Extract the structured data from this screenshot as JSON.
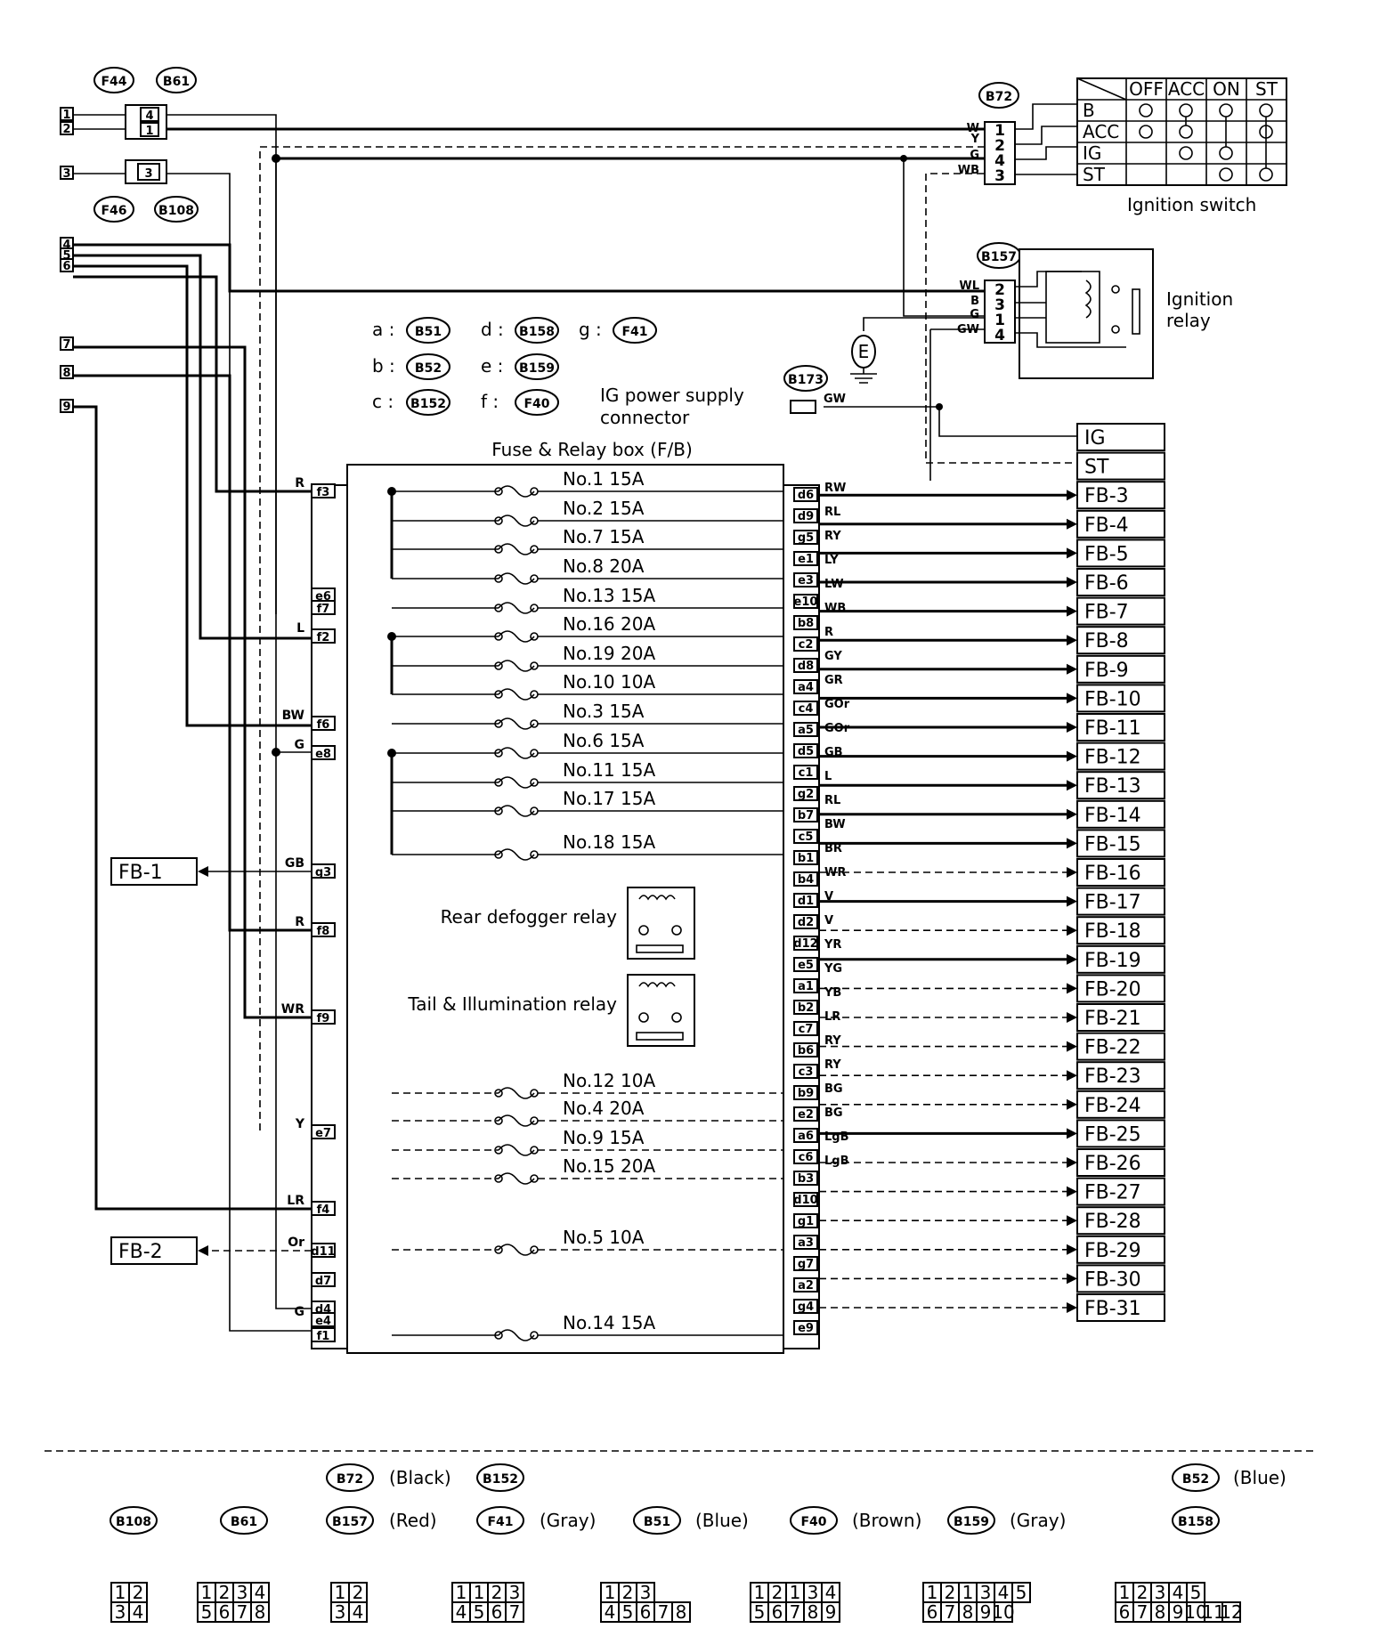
{
  "top_connectors": {
    "f44": "F44",
    "b61": "B61",
    "f46": "F46",
    "b108": "B108"
  },
  "harness_pins": [
    "1",
    "2",
    "3",
    "4",
    "5",
    "6",
    "7",
    "8",
    "9"
  ],
  "connector_legend": [
    {
      "letter": "a",
      "code": "B51"
    },
    {
      "letter": "b",
      "code": "B52"
    },
    {
      "letter": "c",
      "code": "B152"
    },
    {
      "letter": "d",
      "code": "B158"
    },
    {
      "letter": "e",
      "code": "B159"
    },
    {
      "letter": "f",
      "code": "F40"
    },
    {
      "letter": "g",
      "code": "F41"
    }
  ],
  "ignition_switch": {
    "connector": "B72",
    "title": "Ignition switch",
    "positions": [
      "OFF",
      "ACC",
      "ON",
      "ST"
    ],
    "terminals": [
      "B",
      "ACC",
      "IG",
      "ST"
    ],
    "pins": [
      "1",
      "2",
      "4",
      "3"
    ],
    "wire_colors": [
      "W",
      "Y",
      "G",
      "WB"
    ]
  },
  "ignition_relay": {
    "connector": "B157",
    "title_line1": "Ignition",
    "title_line2": "relay",
    "pins": [
      "2",
      "3",
      "1",
      "4"
    ],
    "wire_colors": [
      "WL",
      "B",
      "G",
      "GW"
    ]
  },
  "ground_symbol": "E",
  "ig_connector": {
    "code": "B173",
    "line1": "IG power supply",
    "line2": "connector",
    "wire": "GW"
  },
  "fuse_box_title": "Fuse & Relay box (F/B)",
  "fuses": [
    "No.1 15A",
    "No.2 15A",
    "No.7 15A",
    "No.8 20A",
    "No.13 15A",
    "No.16 20A",
    "No.19 20A",
    "No.10 10A",
    "No.3 15A",
    "No.6 15A",
    "No.11 15A",
    "No.17 15A",
    "No.18 15A",
    "No.12 10A",
    "No.4 20A",
    "No.9 15A",
    "No.15 20A",
    "No.5 10A",
    "No.14 15A"
  ],
  "relays": [
    "Rear defogger relay",
    "Tail & Illumination relay"
  ],
  "left_terminals": [
    "f3",
    "e6",
    "f7",
    "f2",
    "f6",
    "e8",
    "g3",
    "f8",
    "f9",
    "e7",
    "f4",
    "d11",
    "d7",
    "d4",
    "e4",
    "f1"
  ],
  "left_wire_colors": [
    "R",
    "L",
    "BW",
    "G",
    "GB",
    "R",
    "WR",
    "Y",
    "LR",
    "Or",
    "G"
  ],
  "right_terminals": [
    "d6",
    "d9",
    "g5",
    "e1",
    "e3",
    "e10",
    "b8",
    "c2",
    "d8",
    "a4",
    "c4",
    "a5",
    "d5",
    "c1",
    "g2",
    "b7",
    "c5",
    "b1",
    "b4",
    "d1",
    "d2",
    "d12",
    "e5",
    "a1",
    "b2",
    "c7",
    "b6",
    "c3",
    "b9",
    "e2",
    "a6",
    "c6",
    "b3",
    "d10",
    "g1",
    "a3",
    "g7",
    "a2",
    "g4",
    "e9"
  ],
  "right_wire_colors": [
    "RW",
    "RL",
    "RY",
    "LY",
    "LW",
    "WB",
    "R",
    "GY",
    "GR",
    "GOr",
    "GOr",
    "GB",
    "L",
    "RL",
    "BW",
    "BR",
    "WR",
    "V",
    "V",
    "YR",
    "YG",
    "YB",
    "LR",
    "RY",
    "RY",
    "BG",
    "BG",
    "LgB",
    "LgB"
  ],
  "outputs": [
    "IG",
    "ST",
    "FB-3",
    "FB-4",
    "FB-5",
    "FB-6",
    "FB-7",
    "FB-8",
    "FB-9",
    "FB-10",
    "FB-11",
    "FB-12",
    "FB-13",
    "FB-14",
    "FB-15",
    "FB-16",
    "FB-17",
    "FB-18",
    "FB-19",
    "FB-20",
    "FB-21",
    "FB-22",
    "FB-23",
    "FB-24",
    "FB-25",
    "FB-26",
    "FB-27",
    "FB-28",
    "FB-29",
    "FB-30",
    "FB-31"
  ],
  "left_outputs": [
    "FB-1",
    "FB-2"
  ],
  "bottom_legend": {
    "codes": [
      "B72",
      "B152",
      "B52",
      "B108",
      "B61",
      "B157",
      "F41",
      "B51",
      "F40",
      "B159",
      "B158"
    ],
    "colors": [
      "(Black)",
      "(Blue)",
      "(Red)",
      "(Gray)",
      "(Blue)",
      "(Brown)",
      "(Gray)"
    ]
  },
  "pinouts": [
    {
      "top": [
        "1",
        "2"
      ],
      "bottom": [
        "3",
        "4"
      ]
    },
    {
      "top": [
        "1",
        "2",
        "3",
        "4"
      ],
      "bottom": [
        "5",
        "6",
        "7",
        "8"
      ]
    },
    {
      "top": [
        "1",
        "2"
      ],
      "bottom": [
        "3",
        "4"
      ]
    },
    {
      "top": [
        "1",
        "1",
        "2",
        "3"
      ],
      "bottom": [
        "4",
        "5",
        "6",
        "7"
      ]
    },
    {
      "top": [
        "1",
        "2",
        "3"
      ],
      "bottom": [
        "4",
        "5",
        "6",
        "7",
        "8"
      ]
    },
    {
      "top": [
        "1",
        "2",
        "1",
        "3",
        "4"
      ],
      "bottom": [
        "5",
        "6",
        "7",
        "8",
        "9"
      ]
    },
    {
      "top": [
        "1",
        "2",
        "1",
        "3",
        "4",
        "5"
      ],
      "bottom": [
        "6",
        "7",
        "8",
        "9",
        "10"
      ]
    },
    {
      "top": [
        "1",
        "2",
        "3",
        "4",
        "5"
      ],
      "bottom": [
        "6",
        "7",
        "8",
        "9",
        "10",
        "11",
        "12"
      ]
    }
  ]
}
